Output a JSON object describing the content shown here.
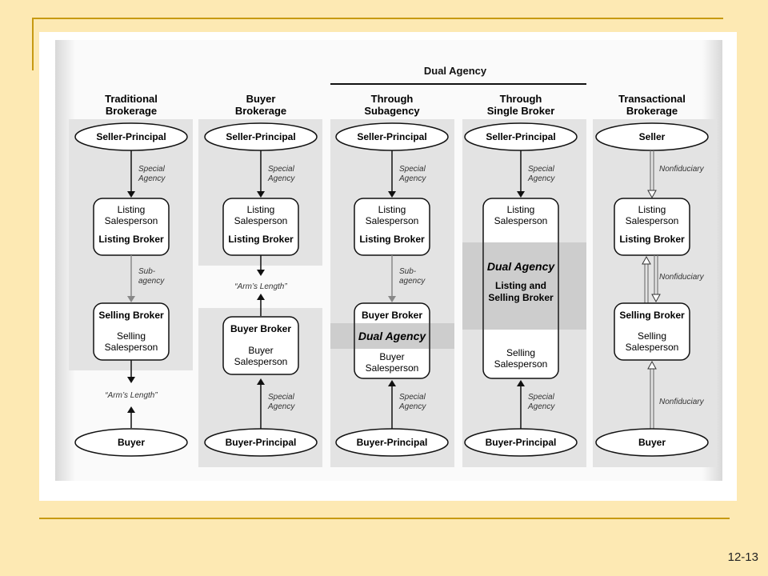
{
  "slide_number": "12-13",
  "dual_agency_header": "Dual Agency",
  "columns": [
    {
      "title": [
        "Traditional",
        "Brokerage"
      ],
      "top_node": "Seller-Principal",
      "top_arrow_label": [
        "Special",
        "Agency"
      ],
      "box1": [
        "Listing",
        "Salesperson",
        "Listing Broker"
      ],
      "mid_arrow_label": [
        "Sub-",
        "agency"
      ],
      "box2": [
        "Selling Broker",
        "Selling",
        "Salesperson"
      ],
      "between_label": "“Arm’s Length”",
      "bottom_node": "Buyer"
    },
    {
      "title": [
        "Buyer",
        "Brokerage"
      ],
      "top_node": "Seller-Principal",
      "top_arrow_label": [
        "Special",
        "Agency"
      ],
      "box1": [
        "Listing",
        "Salesperson",
        "Listing Broker"
      ],
      "between_label": "“Arm’s Length”",
      "box2": [
        "Buyer Broker",
        "Buyer",
        "Salesperson"
      ],
      "bottom_arrow_label": [
        "Special",
        "Agency"
      ],
      "bottom_node": "Buyer-Principal"
    },
    {
      "title": [
        "Through",
        "Subagency"
      ],
      "top_node": "Seller-Principal",
      "top_arrow_label": [
        "Special",
        "Agency"
      ],
      "box1": [
        "Listing",
        "Salesperson",
        "Listing Broker"
      ],
      "mid_arrow_label": [
        "Sub-",
        "agency"
      ],
      "box2": [
        "Buyer Broker",
        "Buyer",
        "Salesperson"
      ],
      "band_label": "Dual Agency",
      "bottom_arrow_label": [
        "Special",
        "Agency"
      ],
      "bottom_node": "Buyer-Principal"
    },
    {
      "title": [
        "Through",
        "Single Broker"
      ],
      "top_node": "Seller-Principal",
      "top_arrow_label": [
        "Special",
        "Agency"
      ],
      "box_top": [
        "Listing",
        "Salesperson"
      ],
      "band_label": "Dual Agency",
      "band_sub": [
        "Listing and",
        "Selling Broker"
      ],
      "box_bottom": [
        "Selling",
        "Salesperson"
      ],
      "bottom_arrow_label": [
        "Special",
        "Agency"
      ],
      "bottom_node": "Buyer-Principal"
    },
    {
      "title": [
        "Transactional",
        "Brokerage"
      ],
      "top_node": "Seller",
      "top_arrow_label": "Nonfiduciary",
      "box1": [
        "Listing",
        "Salesperson",
        "Listing Broker"
      ],
      "mid_arrow_label": "Nonfiduciary",
      "box2": [
        "Selling Broker",
        "Selling",
        "Salesperson"
      ],
      "bottom_arrow_label": "Nonfiduciary",
      "bottom_node": "Buyer"
    }
  ],
  "colors": {
    "slide_background": "#fde9b3",
    "accent_line": "#c79a12",
    "panel_gray": "#e3e3e3",
    "band_gray": "#cdcdcd",
    "diagram_background": "#fafafa"
  }
}
